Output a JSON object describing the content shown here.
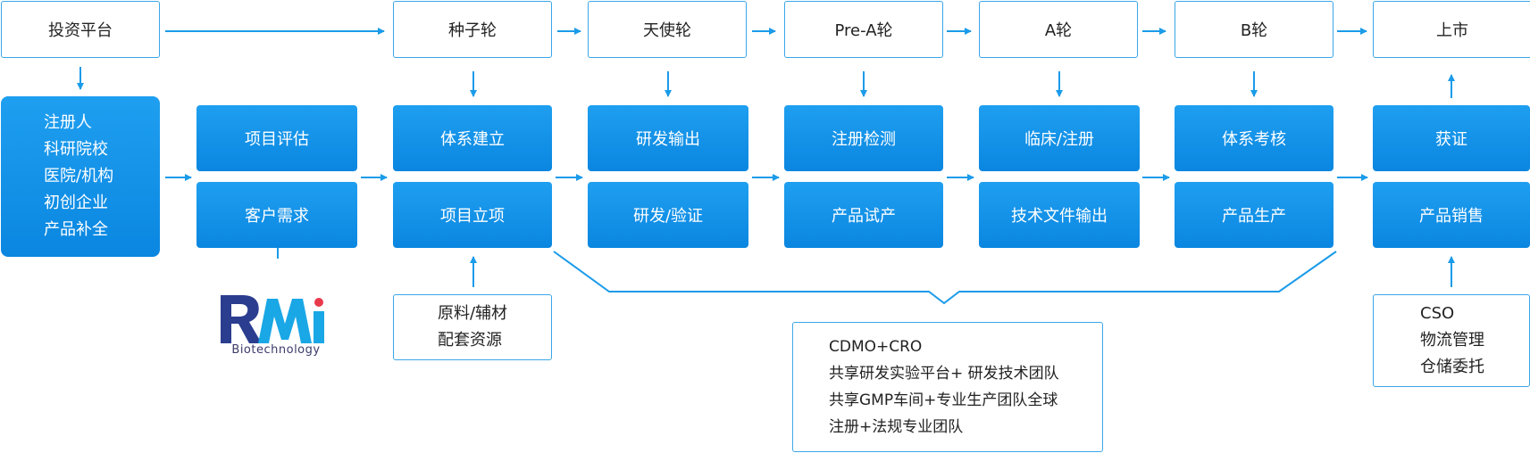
{
  "stages": [
    "投资平台",
    "种子轮",
    "天使轮",
    "Pre-A轮",
    "A轮",
    "B轮",
    "上市"
  ],
  "investor_box": [
    "注册人",
    "科研院校",
    "医院/机构",
    "初创企业",
    "产品补全"
  ],
  "top_blocks": [
    "项目评估",
    "体系建立",
    "研发输出",
    "注册检测",
    "临床/注册",
    "体系考核",
    "获证"
  ],
  "bottom_blocks": [
    "客户需求",
    "项目立项",
    "研发/验证",
    "产品试产",
    "技术文件输出",
    "产品生产",
    "产品销售"
  ],
  "materials_box": [
    "原料/辅材",
    "配套资源"
  ],
  "cdmo_box": [
    "CDMO+CRO",
    "共享研发实验平台+ 研发技术团队",
    "共享GMP车间+专业生产团队全球",
    "注册+法规专业团队"
  ],
  "cso_box": [
    "CSO",
    "物流管理",
    "仓储委托"
  ],
  "logo": {
    "brand": "RMi",
    "sub": "Biotechnology"
  },
  "colors": {
    "accent": "#1b9be9",
    "border": "#3aa6e8",
    "text": "#222222"
  }
}
